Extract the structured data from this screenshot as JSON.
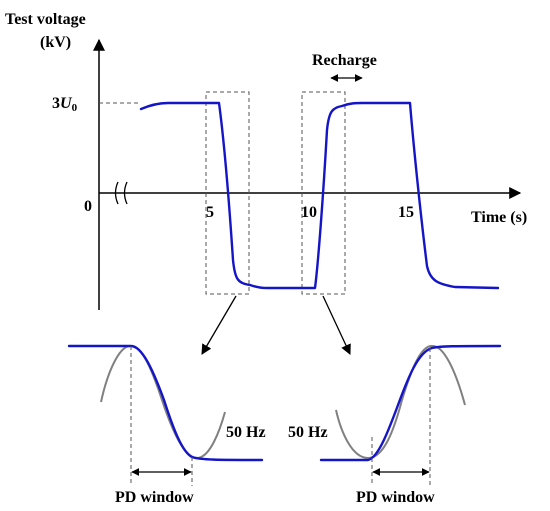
{
  "main_plot": {
    "y_axis_label_line1": "Test voltage",
    "y_axis_label_line2": "(kV)",
    "y_tick_3u0_main": "3",
    "y_tick_3u0_var": "U",
    "y_tick_3u0_sub": "0",
    "origin_label": "0",
    "x_tick_5": "5",
    "x_tick_10": "10",
    "x_tick_15": "15",
    "x_axis_label": "Time (s)",
    "recharge_label": "Recharge"
  },
  "zoom_left": {
    "freq_label": "50 Hz",
    "window_label": "PD window"
  },
  "zoom_right": {
    "freq_label": "50 Hz",
    "window_label": "PD window"
  },
  "colors": {
    "voltage_curve": "#1515c8",
    "sine_wave": "#808080",
    "axes": "#000000",
    "guide_lines": "#555555"
  }
}
